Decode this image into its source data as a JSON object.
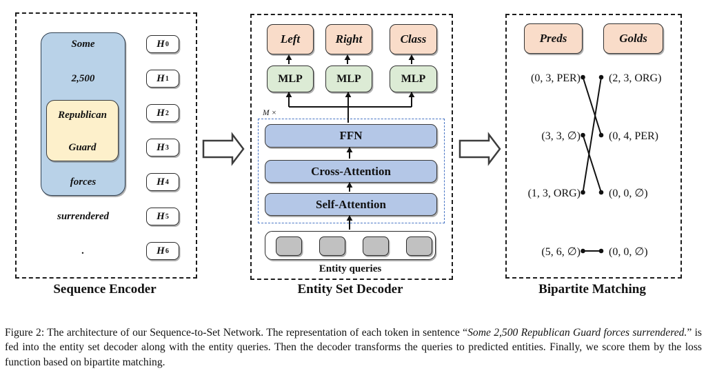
{
  "encoder": {
    "title": "Sequence Encoder",
    "tokens": [
      "Some",
      "2,500",
      "Republican",
      "Guard",
      "forces",
      "surrendered",
      "."
    ],
    "hidden": [
      {
        "b": "H",
        "s": "0"
      },
      {
        "b": "H",
        "s": "1"
      },
      {
        "b": "H",
        "s": "2"
      },
      {
        "b": "H",
        "s": "3"
      },
      {
        "b": "H",
        "s": "4"
      },
      {
        "b": "H",
        "s": "5"
      },
      {
        "b": "H",
        "s": "6"
      }
    ]
  },
  "decoder": {
    "title": "Entity Set Decoder",
    "heads": [
      "Left",
      "Right",
      "Class"
    ],
    "mlps": [
      "MLP",
      "MLP",
      "MLP"
    ],
    "loop_label": "M ×",
    "layers": [
      "FFN",
      "Cross-Attention",
      "Self-Attention"
    ],
    "queries_label": "Entity queries",
    "num_queries": 4
  },
  "matching": {
    "title": "Bipartite Matching",
    "preds_header": "Preds",
    "golds_header": "Golds",
    "preds": [
      "(0, 3, PER)",
      "(3, 3, ∅)",
      "(1, 3, ORG)",
      "(5, 6, ∅)"
    ],
    "golds": [
      "(2, 3, ORG)",
      "(0, 4, PER)",
      "(0, 0, ∅)",
      "(0, 0, ∅)"
    ],
    "edges": [
      {
        "pred": 0,
        "gold": 1
      },
      {
        "pred": 1,
        "gold": 2
      },
      {
        "pred": 2,
        "gold": 0
      },
      {
        "pred": 3,
        "gold": 3
      }
    ]
  },
  "caption": {
    "prefix": "Figure 2:  The architecture of our Sequence-to-Set Network.  The representation of each token in sentence “",
    "italic": "Some 2,500 Republican Guard forces surrendered.",
    "suffix": "” is fed into the entity set decoder along with the entity queries.  Then the decoder transforms the queries to predicted entities. Finally, we score them by the loss function based on bipartite matching."
  },
  "colors": {
    "token_blue": "#b9d2e8",
    "entity_yellow": "#fdf0cb",
    "head_peach": "#f9dcc9",
    "mlp_green": "#dcebd5",
    "layer_blue": "#b4c7e7",
    "query_gray": "#c1c1c1",
    "inner_dash_blue": "#4472c4"
  }
}
